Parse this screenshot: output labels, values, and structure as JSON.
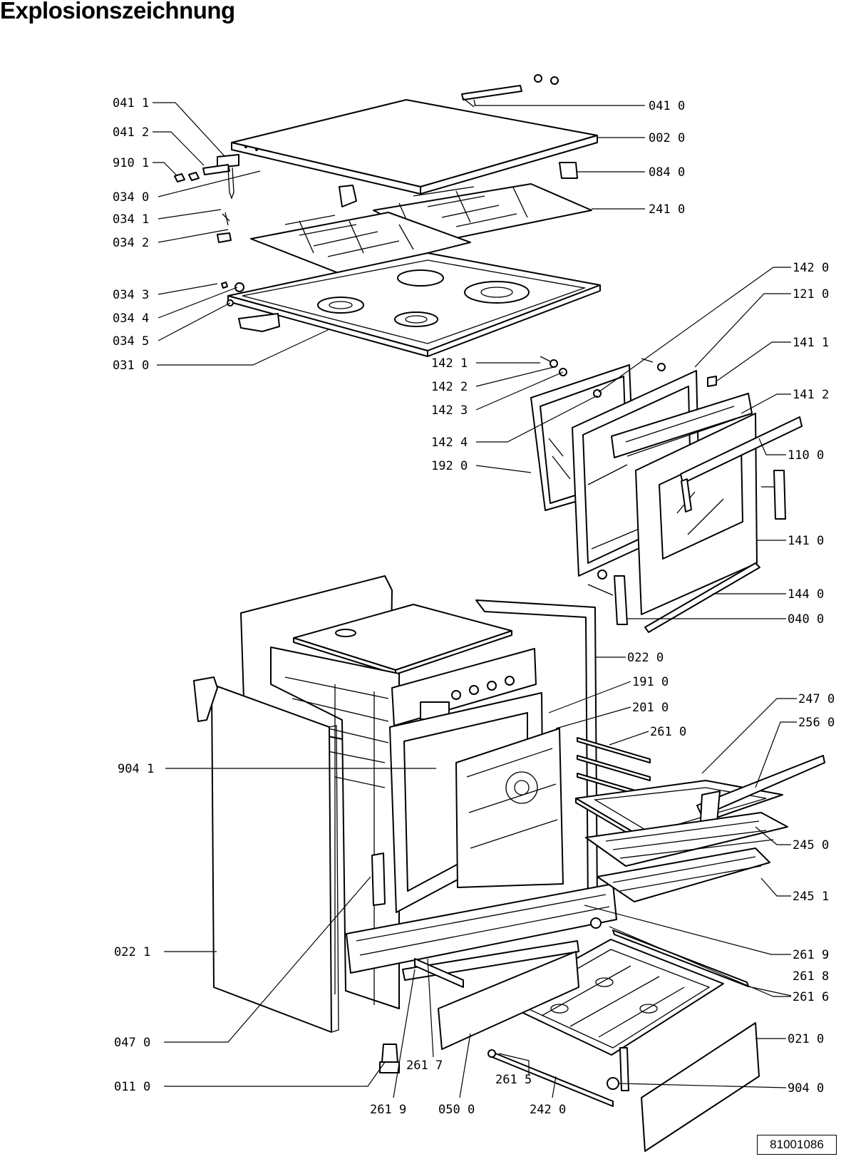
{
  "title": "Explosionszeichnung",
  "document_number": "81001086",
  "labels": {
    "p0411": "041 1",
    "p0412": "041 2",
    "p9101": "910 1",
    "p0340": "034 0",
    "p0341": "034 1",
    "p0342": "034 2",
    "p0343": "034 3",
    "p0344": "034 4",
    "p0345": "034 5",
    "p0310": "031 0",
    "p0410": "041 0",
    "p0020": "002 0",
    "p0840": "084 0",
    "p2410": "241 0",
    "p1420": "142 0",
    "p1210": "121 0",
    "p1411": "141 1",
    "p1412": "141 2",
    "p1100": "110 0",
    "p1410": "141 0",
    "p1440": "144 0",
    "p0400": "040 0",
    "p1421": "142 1",
    "p1422": "142 2",
    "p1423": "142 3",
    "p1424": "142 4",
    "p1920": "192 0",
    "p0220": "022 0",
    "p1910": "191 0",
    "p2010": "201 0",
    "p2610": "261 0",
    "p2470": "247 0",
    "p2560": "256 0",
    "p2450": "245 0",
    "p2451": "245 1",
    "p9041": "904 1",
    "p2619r": "261 9",
    "p2618": "261 8",
    "p2616": "261 6",
    "p0210": "021 0",
    "p9040": "904 0",
    "p0221": "022 1",
    "p0470": "047 0",
    "p0110": "011 0",
    "p2617": "261 7",
    "p2615": "261 5",
    "p2619b": "261 9",
    "p0500": "050 0",
    "p2420": "242 0"
  }
}
